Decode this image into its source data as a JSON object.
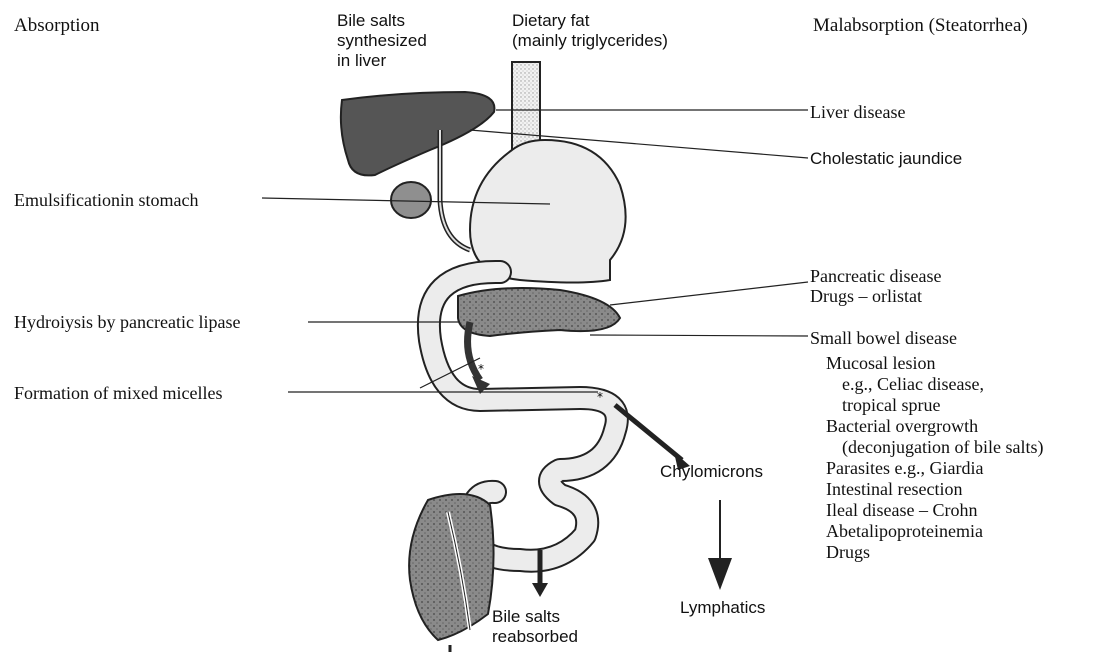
{
  "headers": {
    "absorption": "Absorption",
    "bile_salts_synth": "Bile salts\nsynthesized\nin liver",
    "dietary_fat": "Dietary fat\n(mainly triglycerides)",
    "malabsorption": "Malabsorption (Steatorrhea)"
  },
  "left_labels": {
    "emulsification": "Emulsificationin stomach",
    "hydrolysis": "Hydroiysis by pancreatic lipase",
    "micelles": "Formation of mixed micelles"
  },
  "right_labels": {
    "liver_disease": "Liver disease",
    "cholestatic": "Cholestatic jaundice",
    "pancreatic": "Pancreatic disease\nDrugs – orlistat",
    "small_bowel": "Small bowel disease",
    "small_bowel_causes": [
      "Mucosal lesion",
      "e.g., Celiac disease,",
      "tropical sprue",
      "Bacterial overgrowth",
      "(deconjugation of bile salts)",
      "Parasites e.g., Giardia",
      "Intestinal resection",
      "Ileal disease – Crohn",
      "Abetalipoproteinemia",
      "Drugs"
    ]
  },
  "bottom_labels": {
    "chylomicrons": "Chylomicrons",
    "lymphatics": "Lymphatics",
    "bile_reabsorbed": "Bile salts\nreabsorbed"
  },
  "colors": {
    "liver": "#555555",
    "pancreas": "#6e6e6e",
    "gut_fill": "#ececec",
    "outline": "#222222"
  }
}
